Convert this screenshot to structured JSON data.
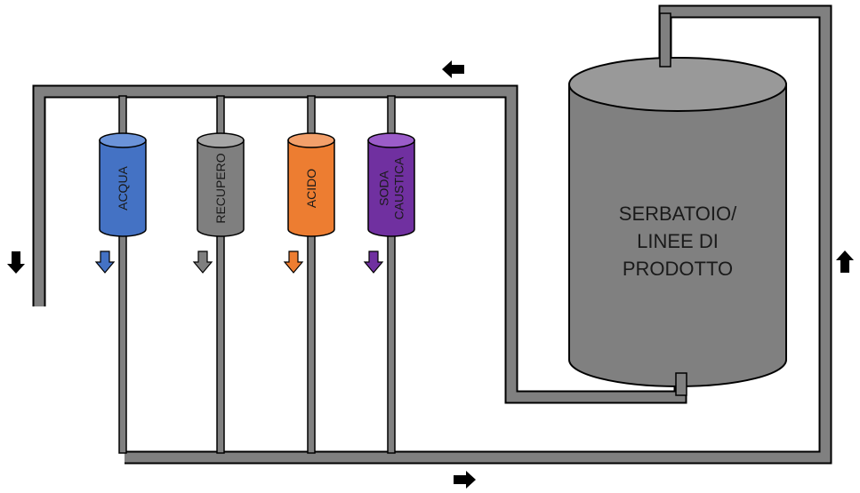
{
  "tanks": [
    {
      "label": "ACQUA",
      "color": "#4472C4",
      "top_color": "#6b93d9"
    },
    {
      "label": "RECUPERO",
      "color": "#7f7f7f",
      "top_color": "#a6a6a6"
    },
    {
      "label": "ACIDO",
      "color": "#ED7D31",
      "top_color": "#f3a06b"
    },
    {
      "label": "SODA\nCAUSTICA",
      "color": "#7030A0",
      "top_color": "#9b5cc9"
    }
  ],
  "main_tank": {
    "label_lines": [
      "SERBATOIO/",
      "LINEE DI",
      "PRODOTTO"
    ],
    "color": "#808080",
    "top_color": "#999999"
  },
  "colors": {
    "pipe_fill": "#808080",
    "pipe_stroke": "#000000",
    "flow_arrow": "#000000"
  },
  "flow_arrows": [
    {
      "direction": "left"
    },
    {
      "direction": "down"
    },
    {
      "direction": "up"
    },
    {
      "direction": "right"
    }
  ]
}
